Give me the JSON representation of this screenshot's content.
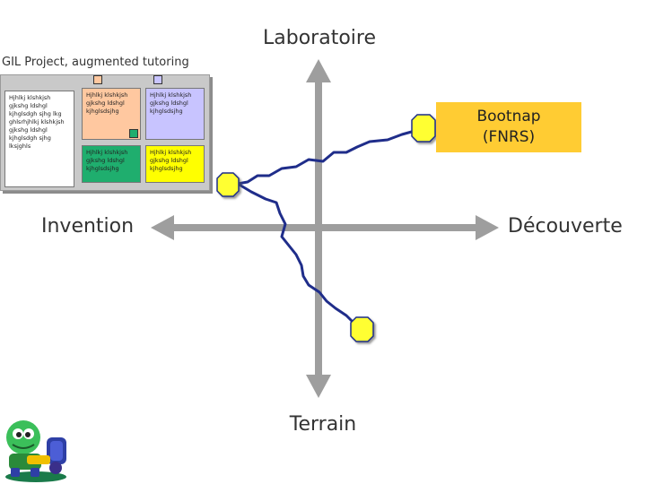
{
  "axes": {
    "top": "Laboratoire",
    "bottom": "Terrain",
    "left": "Invention",
    "right": "Découverte"
  },
  "panel": {
    "title": "GIL Project, augmented tutoring",
    "notes": {
      "white": "Hjhlkj klshkjsh gjkshg ldshgl kjhglsdgh sjhg lkg ghlsrhjhlkj klshkjsh gjkshg ldshgl kjhglsdgh sjhg lksjghls",
      "orange": "Hjhlkj klshkjsh gjkshg ldshgl kjhglsdsjhg",
      "purple": "Hjhlkj klshkjsh gjkshg ldshgl kjhglsdsjhg",
      "green": "Hjhlkj klshkjsh gjkshg ldshgl kjhglsdsjhg",
      "yellow": "Hjhlkj klshkjsh gjkshg ldshgl kjhglsdsjhg"
    },
    "note_colors": {
      "white": "#ffffff",
      "orange": "#ffc8a0",
      "purple": "#c8c4ff",
      "green": "#1fae6e",
      "yellow": "#ffff00"
    }
  },
  "callout": {
    "text": "Bootnap\n(FNRS)",
    "color": "#ffcc33"
  },
  "colors": {
    "axis": "#9e9e9e",
    "path": "#1f2d8a",
    "node": "#ffff33"
  },
  "icons": [
    "double-arrow-axis-horizontal",
    "double-arrow-axis-vertical",
    "robot-mascot-icon"
  ]
}
